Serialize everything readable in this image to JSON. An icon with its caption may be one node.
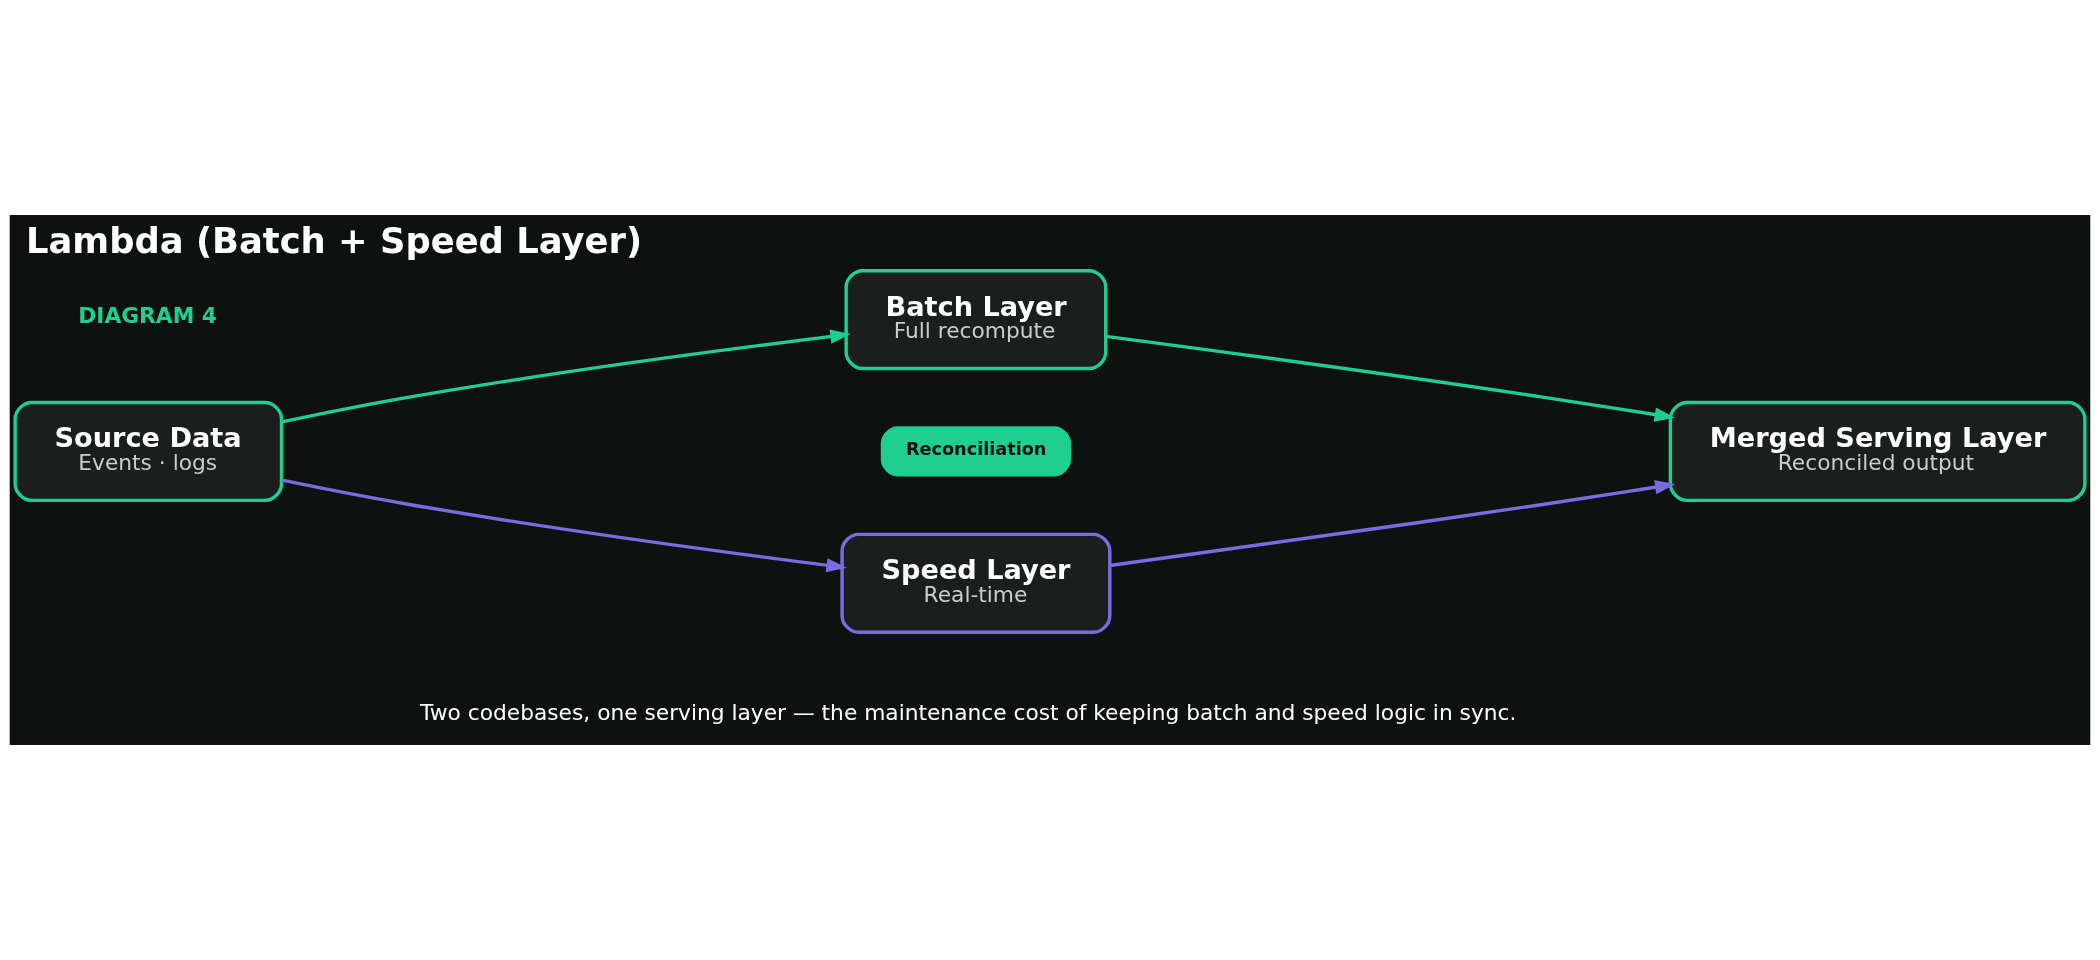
{
  "diagram": {
    "title": "Lambda (Batch + Speed Layer)",
    "caption": "Two codebases, one serving layer — the maintenance cost of keeping batch and speed logic in sync.",
    "nodes": [
      {
        "text": [
          "Source Data",
          "Events · logs"
        ]
      },
      {
        "text": [
          "Batch Layer",
          "Full recompute"
        ]
      },
      {
        "text": [
          "Reconciliation"
        ]
      },
      {
        "text": [
          "Speed Layer",
          "Real-time"
        ]
      },
      {
        "text": [
          "Merged Serving Layer",
          "Reconciled output"
        ]
      }
    ],
    "edges": [
      {
        "from": 0,
        "to": 1,
        "arrow": "to"
      },
      {
        "from": 0,
        "to": 3,
        "arrow": "to",
        "color": "#7b6be0"
      },
      {
        "from": 1,
        "to": 4,
        "arrow": "to"
      },
      {
        "from": 3,
        "to": 4,
        "arrow": "to",
        "color": "#7b6be0"
      }
    ],
    "labels": [
      "DIAGRAM 4"
    ]
  }
}
